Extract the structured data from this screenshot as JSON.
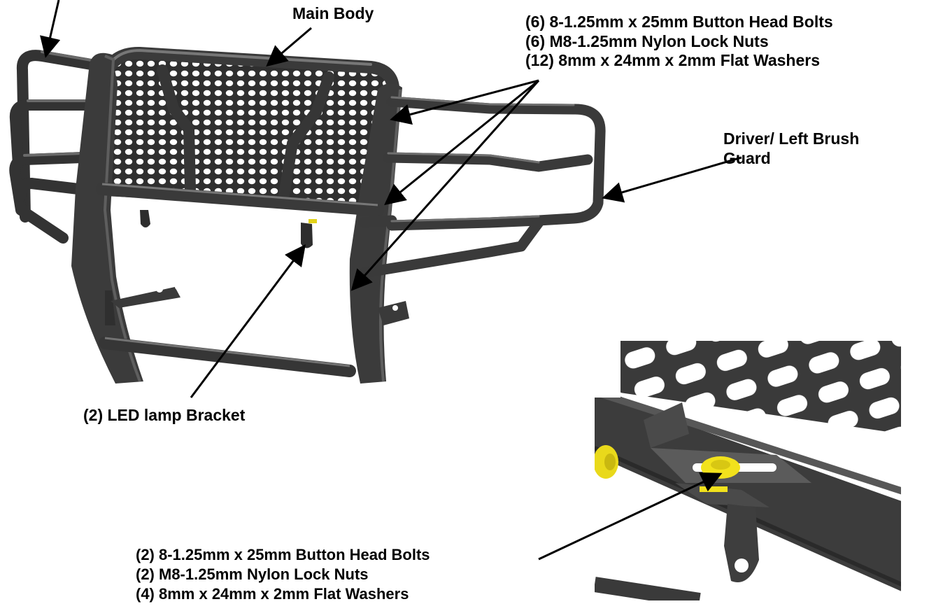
{
  "labels": {
    "main_body": "Main Body",
    "driver_guard_line1": "Driver/ Left Brush",
    "driver_guard_line2": "Guard",
    "led_bracket": "(2) LED lamp Bracket"
  },
  "hardware_upper": [
    "(6)  8-1.25mm x 25mm Button Head Bolts",
    "(6)  M8-1.25mm Nylon Lock Nuts",
    "(12) 8mm x 24mm x 2mm Flat Washers"
  ],
  "hardware_lower": [
    "(2) 8-1.25mm x 25mm Button Head Bolts",
    "(2) M8-1.25mm Nylon Lock Nuts",
    "(4) 8mm x 24mm x 2mm Flat Washers"
  ],
  "colors": {
    "metal": "#3c3c3c",
    "metal_dark": "#262626",
    "metal_light": "#6a6a6a",
    "bolt": "#f2e21c",
    "line": "#000000"
  }
}
